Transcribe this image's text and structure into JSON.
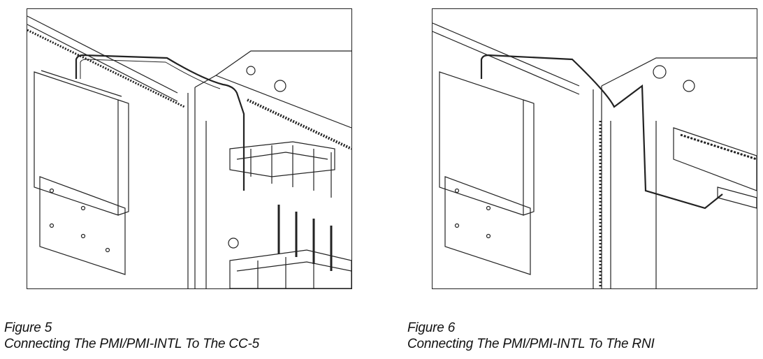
{
  "figures": [
    {
      "number": "Figure 5",
      "title": "Connecting The PMI/PMI-INTL To The CC-5"
    },
    {
      "number": "Figure 6",
      "title": "Connecting The PMI/PMI-INTL To The RNI"
    }
  ],
  "colors": {
    "line": "#222222",
    "background": "#ffffff"
  }
}
